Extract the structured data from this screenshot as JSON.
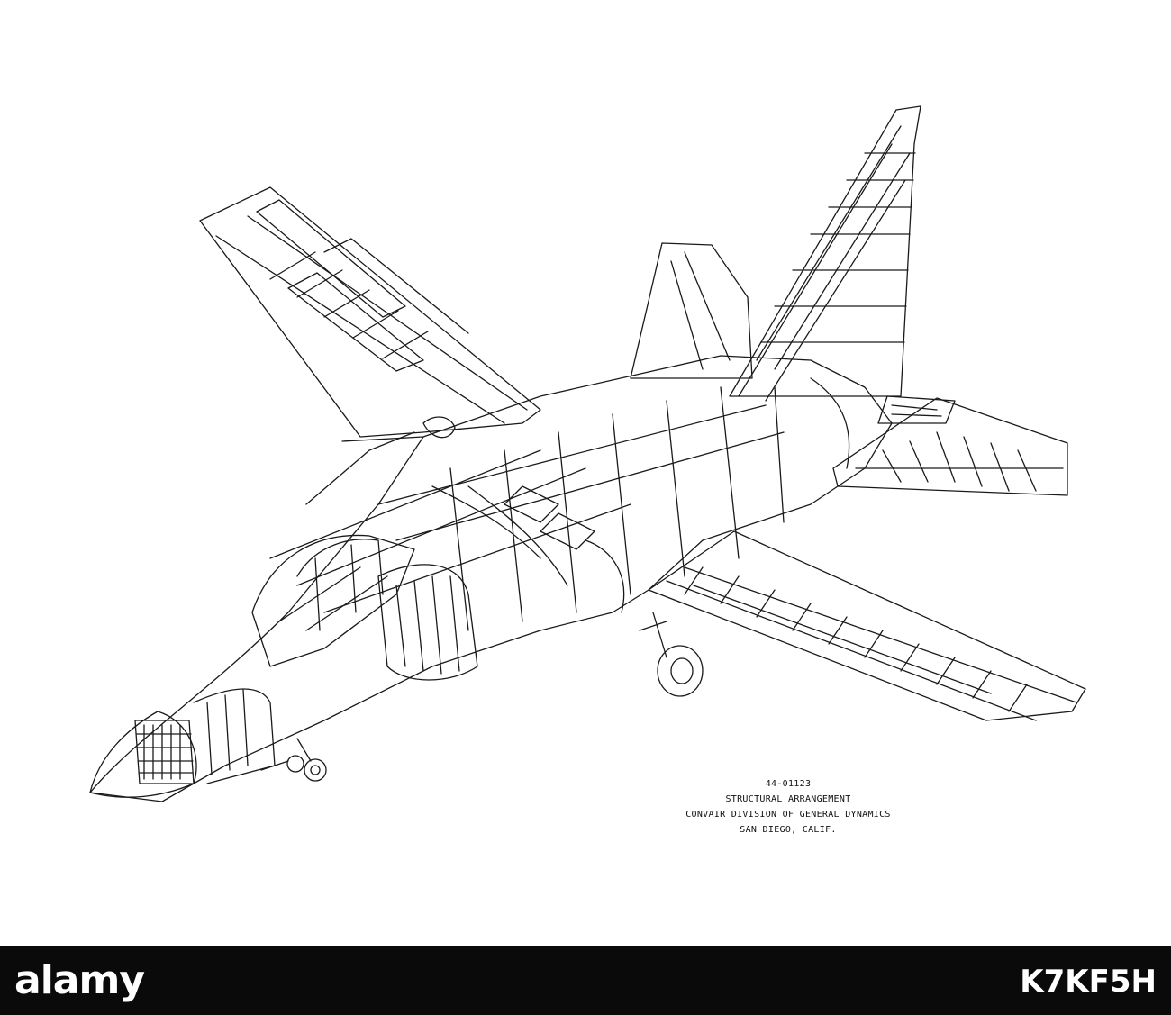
{
  "drawing": {
    "subject": "aircraft cutaway structural drawing",
    "line_color": "#1a1a1a",
    "background": "#ffffff"
  },
  "caption": {
    "number": "44-01123",
    "line1": "STRUCTURAL ARRANGEMENT",
    "line2": "CONVAIR DIVISION OF GENERAL DYNAMICS",
    "line3": "SAN DIEGO, CALIF."
  },
  "footer": {
    "logo": "alamy",
    "image_id": "K7KF5H",
    "background": "#0a0a0a",
    "text_color": "#ffffff"
  }
}
